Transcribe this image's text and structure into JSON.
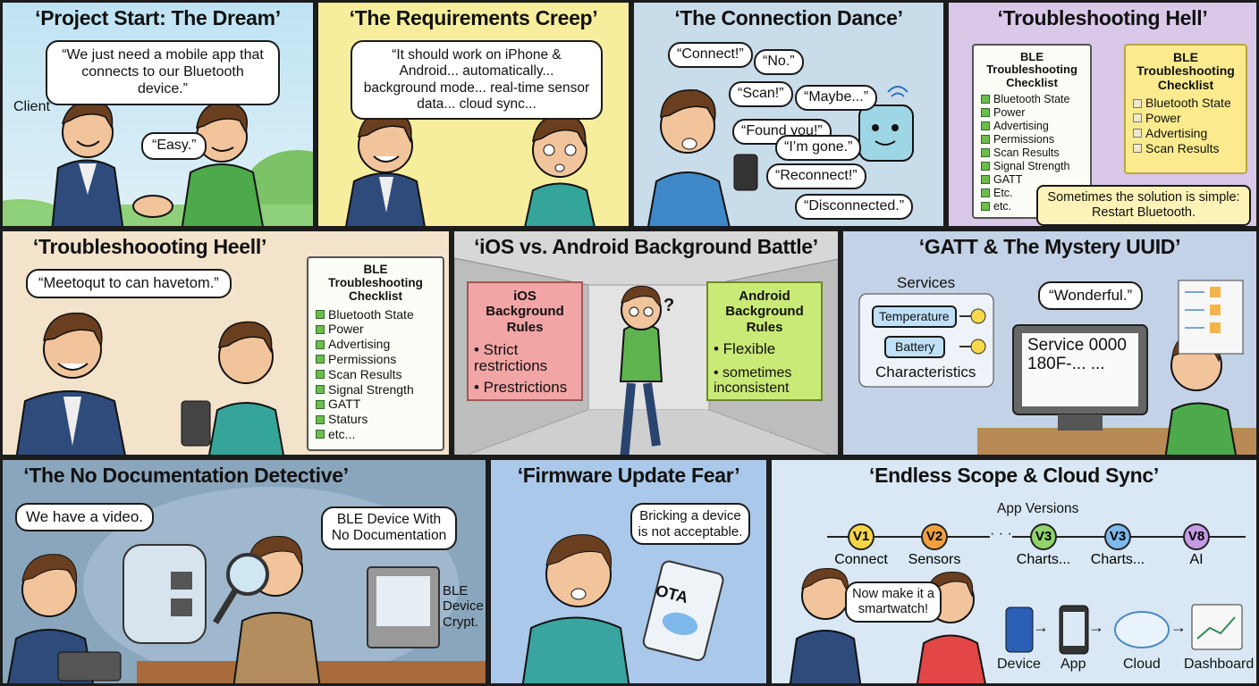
{
  "panels": {
    "p1": {
      "title": "‘Project Start: The Dream’",
      "quote": "“We just need a mobile app that connects to our Bluetooth device.”",
      "client_label": "Client",
      "reply": "“Easy.”"
    },
    "p2": {
      "title": "‘The Requirements Creep’",
      "quote": "“It should work on iPhone & Android... automatically... background mode... real-time sensor data... cloud sync..."
    },
    "p3": {
      "title": "‘The Connection Dance’",
      "lines": [
        "“Connect!”",
        "“No.”",
        "“Scan!”",
        "“Maybe...”",
        "“Found you!”",
        "“I’m gone.”",
        "“Reconnect!”",
        "“Disconnected.”"
      ]
    },
    "p4": {
      "title": "‘Troubleshooting Hell’",
      "checklist_title": "BLE Troubleshooting Checklist",
      "items": [
        "Bluetooth State",
        "Power",
        "Advertising",
        "Permissions",
        "Scan Results",
        "Signal Strength",
        "GATT",
        "Etc.",
        "etc."
      ],
      "note_title": "BLE Troubleshooting Checklist",
      "note_items": [
        "Bluetooth State",
        "Power",
        "Advertising",
        "Scan Results"
      ],
      "tip": "Sometimes the solution is simple: Restart Bluetooth."
    },
    "p5": {
      "title": "‘Troubleshoooting Heell’",
      "quote": "“Meetoqut to can havetom.”",
      "checklist_title": "BLE Troubleshooting Checklist",
      "items": [
        "Bluetooth State",
        "Power",
        "Advertising",
        "Permissions",
        "Scan Results",
        "Signal Strength",
        "GATT",
        "Staturs",
        "etc..."
      ]
    },
    "p6": {
      "title": "‘iOS vs. Android Background Battle’",
      "ios_title": "iOS Background Rules",
      "ios_rules": [
        "• Strict restrictions",
        "• Prestrictions"
      ],
      "android_title": "Android Background Rules",
      "android_rules": [
        "• Flexible",
        "• sometimes inconsistent"
      ],
      "mark": "?"
    },
    "p7": {
      "title": "‘GATT & The Mystery UUID’",
      "services": "Services",
      "svc1": "Temperature",
      "svc2": "Battery",
      "characteristics": "Characteristics",
      "quote": "“Wonderful.”",
      "screen": "Service 0000180F-... ..."
    },
    "p8": {
      "title": "‘The No Documentation Detective’",
      "quote": "We have a video.",
      "quote2": "BLE Device With No Documentation",
      "device_label": "BLE Device Crypt."
    },
    "p9": {
      "title": "‘Firmware Update Fear’",
      "quote": "Bricking a device is not acceptable.",
      "ota": "OTA"
    },
    "p10": {
      "title": "‘Endless Scope & Cloud Sync’",
      "versions_label": "App Versions",
      "versions": [
        {
          "v": "V1",
          "label": "Connect",
          "color": "#f5d547"
        },
        {
          "v": "V2",
          "label": "Sensors",
          "color": "#f0a040"
        },
        {
          "v": "V3",
          "label": "Charts...",
          "color": "#8fd36a"
        },
        {
          "v": "V3",
          "label": "Charts...",
          "color": "#7fb8ea"
        },
        {
          "v": "V8",
          "label": "AI",
          "color": "#c69be6"
        }
      ],
      "dots": "· · ·",
      "quote": "Now make it a smartwatch!",
      "flow": [
        "Device",
        "App",
        "Cloud",
        "Dashboard"
      ]
    }
  }
}
